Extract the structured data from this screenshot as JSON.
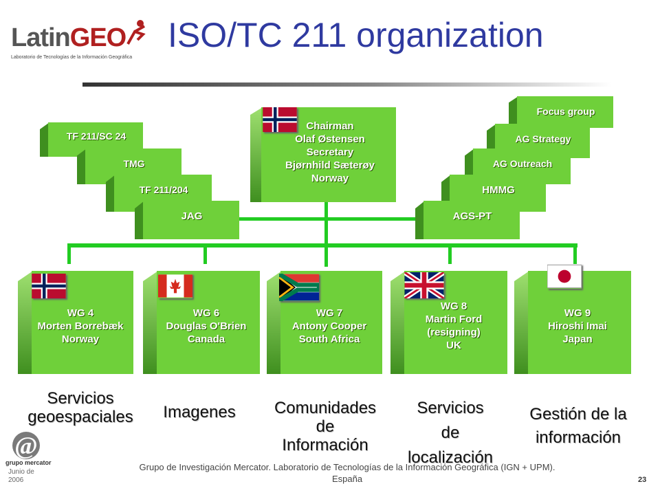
{
  "header": {
    "title": "ISO/TC 211 organization",
    "logo_text_1": "Latin",
    "logo_text_2": "GEO",
    "logo_sub": "Laboratorio de Tecnologías de la Información Geográfica"
  },
  "chair": {
    "lines": [
      "Chairman",
      "Olaf Østensen",
      "Secretary",
      "Bjørnhild Sæterøy",
      "Norway"
    ],
    "flag": "norway-flag"
  },
  "left_stack": [
    "TF 211/SC 24",
    "TMG",
    "TF 211/204",
    "JAG"
  ],
  "right_stack": [
    "Focus group",
    "AG Strategy",
    "AG Outreach",
    "HMMG",
    "AGS-PT"
  ],
  "working_groups": [
    {
      "lines": [
        "WG 4",
        "Morten Borrebæk",
        "Norway"
      ],
      "flag": "norway-flag",
      "caption": [
        "Servicios",
        "geoespaciales"
      ]
    },
    {
      "lines": [
        "WG 6",
        "Douglas O'Brien",
        "Canada"
      ],
      "flag": "canada-flag",
      "caption": [
        "Imagenes"
      ]
    },
    {
      "lines": [
        "WG 7",
        "Antony Cooper",
        "South Africa"
      ],
      "flag": "south-africa-flag",
      "caption": [
        "Comunidades",
        "de",
        "Información"
      ]
    },
    {
      "lines": [
        "WG 8",
        "Martin Ford",
        "(resigning)",
        "UK"
      ],
      "flag": "uk-flag",
      "caption": [
        "Servicios",
        "de",
        "localización"
      ]
    },
    {
      "lines": [
        "WG 9",
        "Hiroshi Imai",
        "Japan"
      ],
      "flag": "japan-flag",
      "caption": [
        "Gestión de la",
        "información"
      ]
    }
  ],
  "footer": {
    "logo_text": "grupo mercator",
    "text_1": "Grupo de Investigación Mercator. Laboratorio de Tecnologías de la Información Geográfica (IGN + UPM).",
    "text_2": "España",
    "date_1": "Junio de",
    "date_2": "2006",
    "page": "23"
  },
  "colors": {
    "title": "#2f3aa0",
    "box": "#6fd03a",
    "box_dark": "#3f8f1f",
    "connector": "#22cc22"
  }
}
